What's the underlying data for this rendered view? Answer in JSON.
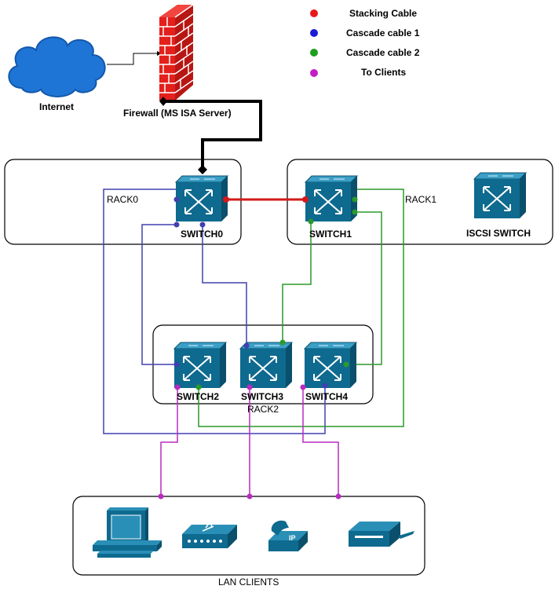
{
  "legend": [
    {
      "label": "Stacking Cable",
      "color": "#e8191b"
    },
    {
      "label": "Cascade cable 1",
      "color": "#1a1ad6"
    },
    {
      "label": "Cascade cable 2",
      "color": "#1f9e1f"
    },
    {
      "label": "To Clients",
      "color": "#c21ec2"
    }
  ],
  "internet": {
    "label": "Internet"
  },
  "firewall": {
    "label": "Firewall (MS ISA Server)"
  },
  "racks": {
    "rack0": "RACK0",
    "rack1": "RACK1",
    "rack2": "RACK2",
    "lan": "LAN CLIENTS"
  },
  "switches": {
    "switch0": "SWITCH0",
    "switch1": "SWITCH1",
    "switch2": "SWITCH2",
    "switch3": "SWITCH3",
    "switch4": "SWITCH4",
    "iscsi": "ISCSI SWITCH"
  },
  "clients": [
    {
      "icon": "workstation-icon"
    },
    {
      "icon": "modem-icon"
    },
    {
      "icon": "ip-phone-icon"
    },
    {
      "icon": "printer-icon"
    }
  ],
  "colors": {
    "switch_front": "#0e6a8f",
    "switch_top": "#2a8fb6",
    "switch_side": "#0a4f6c",
    "cloud": "#1f75d6",
    "brick": "#e3201c",
    "cascade1": "#4040b0",
    "cascade2": "#2a9a2a",
    "stacking": "#d21a1a",
    "clients": "#b82cc0"
  }
}
